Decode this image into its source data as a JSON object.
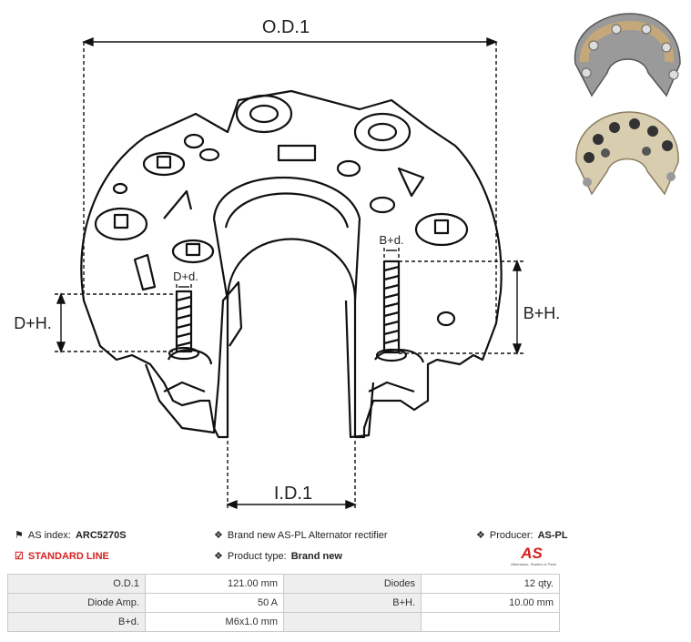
{
  "drawing": {
    "od_label": "O.D.1",
    "id_label": "I.D.1",
    "dh_label": "D+H.",
    "bh_label": "B+H.",
    "dd_label": "D+d.",
    "bd_label": "B+d."
  },
  "info": {
    "as_index_label": "AS index:",
    "as_index_value": "ARC5270S",
    "line_label": "STANDARD LINE",
    "brand_text": "Brand new AS-PL Alternator rectifier",
    "product_type_label": "Product type:",
    "product_type_value": "Brand new",
    "producer_label": "Producer:",
    "producer_value": "AS-PL",
    "logo_text": "AS",
    "logo_sub": "Alternators, Starters & Parts"
  },
  "specs": [
    {
      "k1": "O.D.1",
      "v1": "121.00 mm",
      "k2": "Diodes",
      "v2": "12 qty."
    },
    {
      "k1": "Diode Amp.",
      "v1": "50 A",
      "k2": "B+H.",
      "v2": "10.00 mm"
    },
    {
      "k1": "B+d.",
      "v1": "M6x1.0 mm",
      "k2": "",
      "v2": ""
    }
  ],
  "colors": {
    "accent": "#d62020",
    "key_bg": "#eeeeee",
    "border": "#c9c9c9"
  }
}
